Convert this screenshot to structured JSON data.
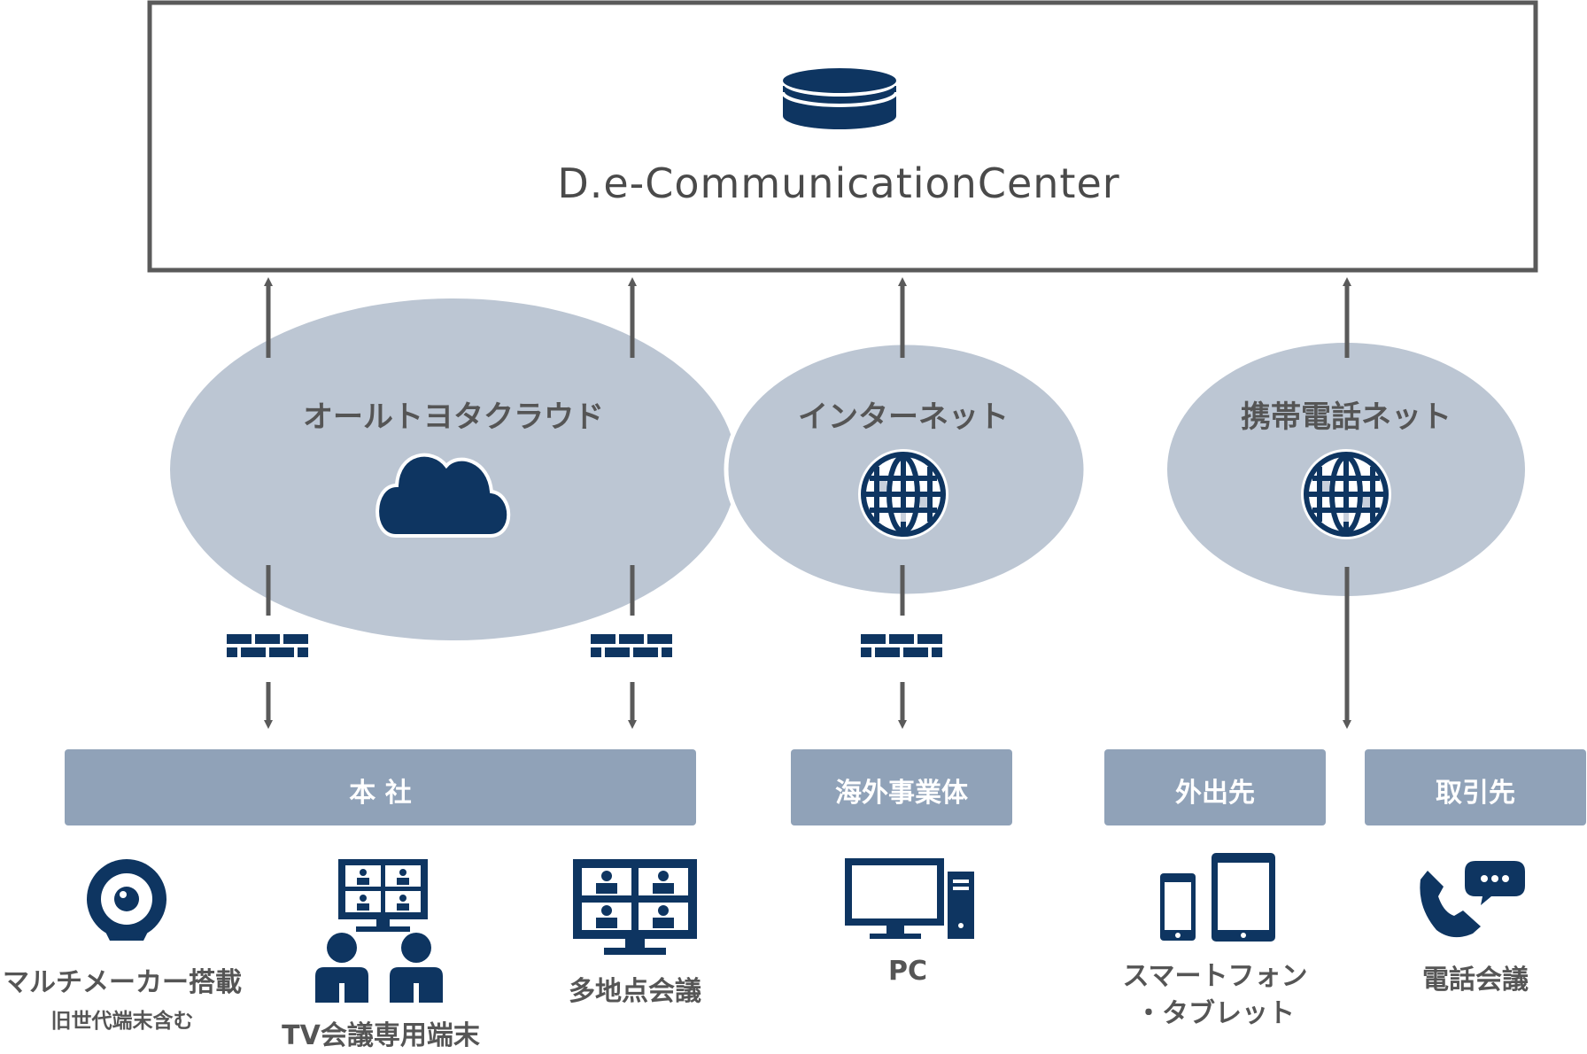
{
  "center": {
    "title": "D.e-CommunicationCenter",
    "icon": "database-icon"
  },
  "networks": [
    {
      "label": "オールトヨタクラウド",
      "icon": "cloud-icon"
    },
    {
      "label": "インターネット",
      "icon": "globe-icon"
    },
    {
      "label": "携帯電話ネット",
      "icon": "globe-icon"
    }
  ],
  "locations": [
    {
      "label": "本 社"
    },
    {
      "label": "海外事業体"
    },
    {
      "label": "外出先"
    },
    {
      "label": "取引先"
    }
  ],
  "devices": [
    {
      "label": "マルチメーカー搭載",
      "sublabel": "旧世代端末含む",
      "icon": "webcam-icon"
    },
    {
      "label": "TV会議専用端末",
      "icon": "video-conference-terminal-icon"
    },
    {
      "label": "多地点会議",
      "icon": "multipoint-monitor-icon"
    },
    {
      "label": "PC",
      "icon": "desktop-pc-icon"
    },
    {
      "line1": "スマートフォン",
      "line2": "・タブレット",
      "icon": "smartphone-tablet-icon"
    },
    {
      "label": "電話会議",
      "icon": "phone-chat-icon"
    }
  ],
  "colors": {
    "navy": "#0e3561",
    "bubble": "#bcc6d3",
    "location_bar": "#90a2b8",
    "arrow": "#5a5a5a",
    "box_border": "#5a5a5a"
  }
}
